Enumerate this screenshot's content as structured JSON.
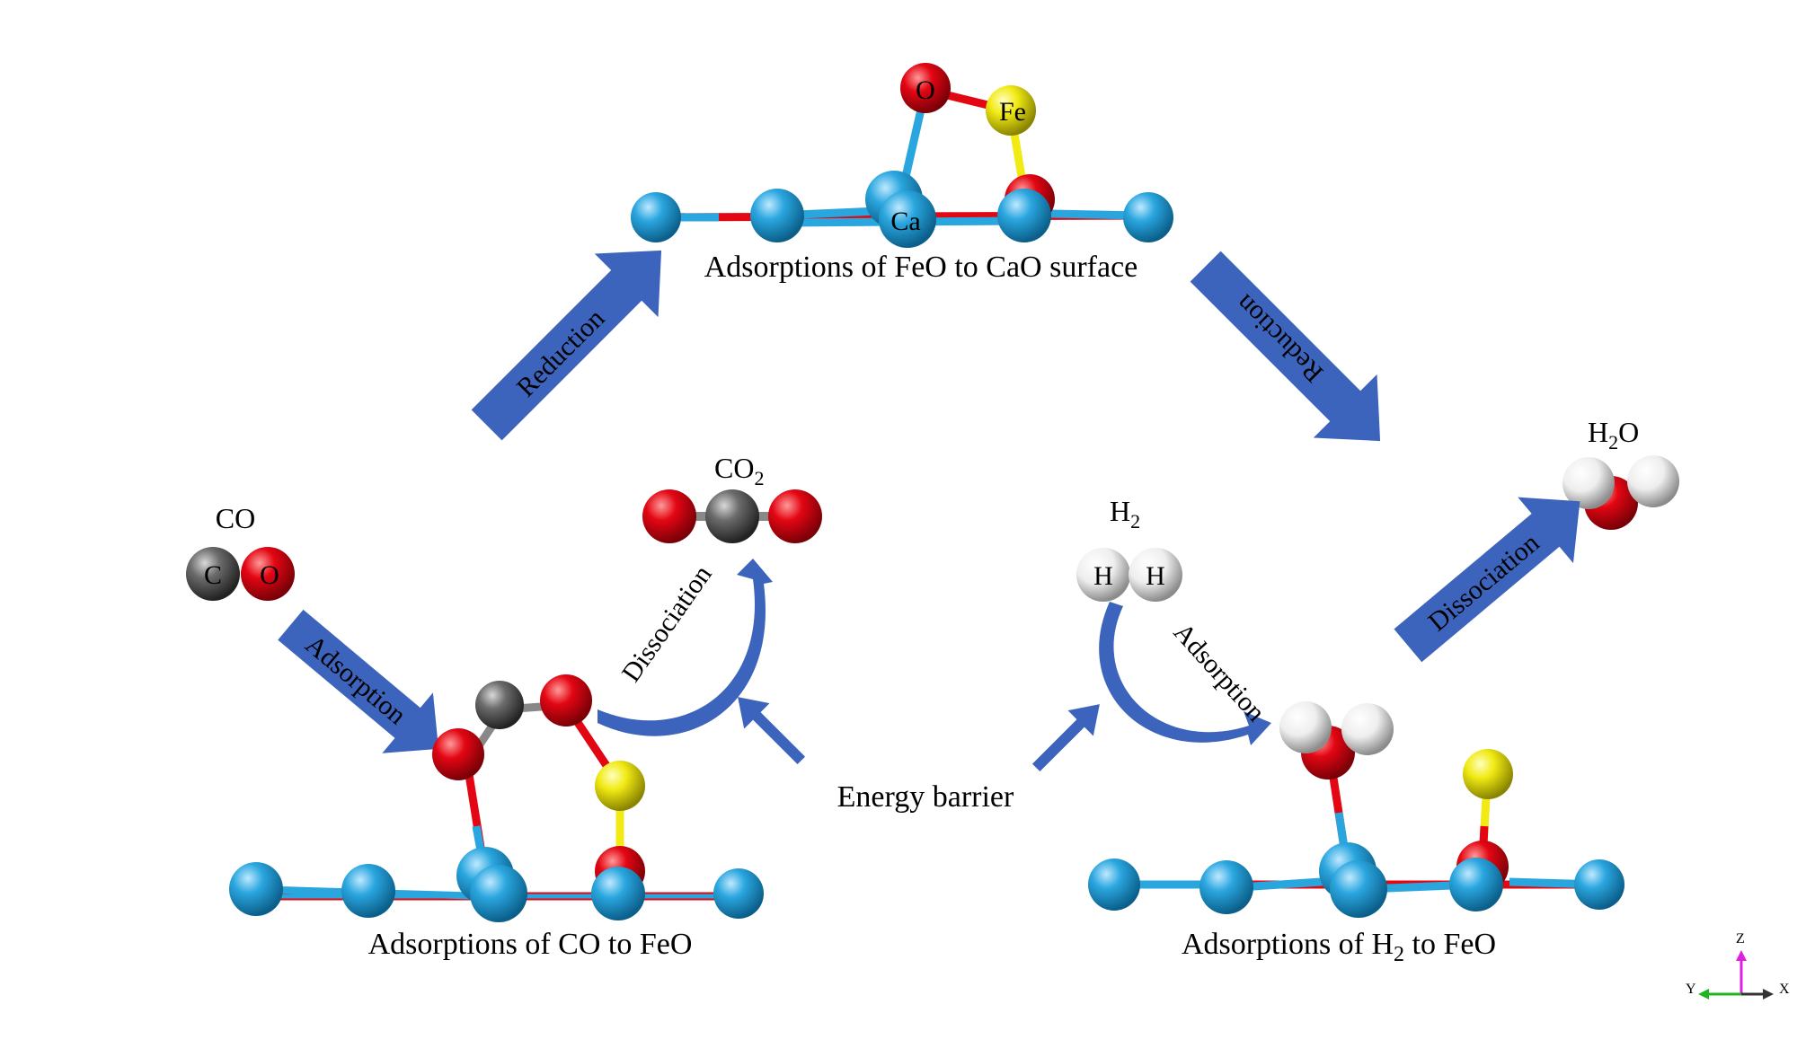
{
  "colors": {
    "ca": "#2aa6df",
    "o": "#e30613",
    "fe": "#f1ea14",
    "c": "#6b6b6b",
    "h": "#e6e6e6",
    "arrow": "#3d64bd",
    "axis_z": "#e020e0",
    "axis_y": "#1fb51f",
    "axis_x": "#c0c0c0"
  },
  "top": {
    "caption": "Adsorptions of FeO to CaO surface",
    "atom_o": "O",
    "atom_fe": "Fe",
    "atom_ca": "Ca"
  },
  "left": {
    "reduction": "Reduction",
    "co_label": "CO",
    "co_c": "C",
    "co_o": "O",
    "adsorption": "Adsorption",
    "co2_label": "CO",
    "co2_sub": "2",
    "dissociation": "Dissociation",
    "caption": "Adsorptions of CO to FeO"
  },
  "right": {
    "reduction": "Reduction",
    "h2_label": "H",
    "h2_sub": "2",
    "h_atom_1": "H",
    "h_atom_2": "H",
    "adsorption": "Adsorption",
    "h2o_label_h": "H",
    "h2o_sub": "2",
    "h2o_label_o": "O",
    "dissociation": "Dissociation",
    "caption_pre": "Adsorptions of H",
    "caption_sub": "2",
    "caption_post": " to FeO"
  },
  "center": {
    "energy_barrier": "Energy barrier"
  },
  "axes": {
    "z": "Z",
    "y": "Y",
    "x": "X"
  }
}
